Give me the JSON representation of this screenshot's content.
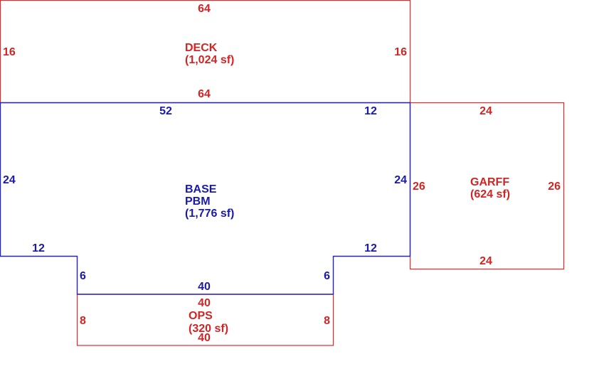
{
  "deck": {
    "name": "DECK",
    "area": "(1,024 sf)",
    "dims": {
      "top": "64",
      "bottom": "64",
      "left": "16",
      "right": "16"
    },
    "color": "#d32424"
  },
  "base": {
    "name": "BASE",
    "sub": "PBM",
    "area": "(1,776 sf)",
    "dims": {
      "top_left": "52",
      "top_right": "12",
      "left": "24",
      "right": "24",
      "step_left": "12",
      "step_right": "12",
      "notch_left": "6",
      "notch_right": "6",
      "bottom": "40"
    },
    "color": "#1a1aa8"
  },
  "garff": {
    "name": "GARFF",
    "area": "(624 sf)",
    "dims": {
      "top": "24",
      "bottom": "24",
      "left": "26",
      "right": "26"
    },
    "color": "#d32424"
  },
  "ops": {
    "name": "OPS",
    "area": "(320 sf)",
    "dims": {
      "top": "40",
      "bottom": "40",
      "left": "8",
      "right": "8"
    },
    "color": "#d32424"
  }
}
